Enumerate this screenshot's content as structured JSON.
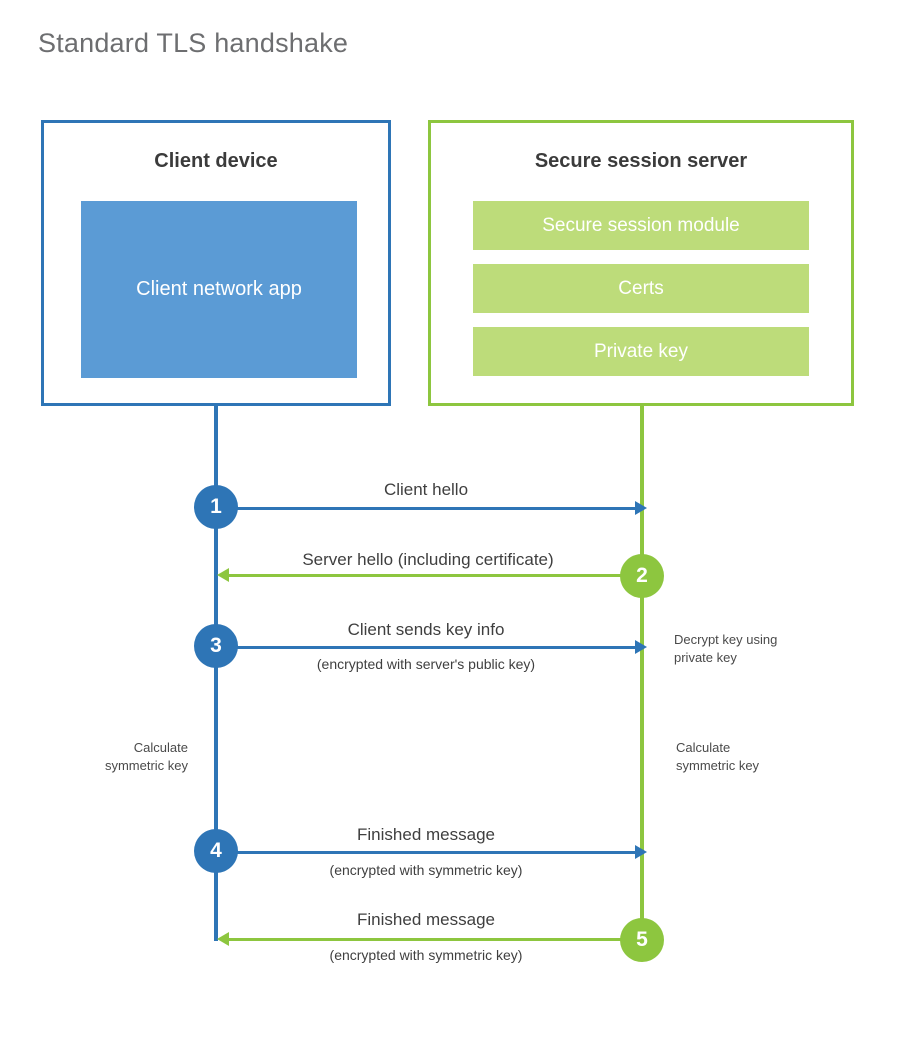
{
  "title": "Standard TLS handshake",
  "participants": {
    "client": {
      "title": "Client device",
      "app_block": "Client network app",
      "border_color": "#2e75b6",
      "block_color": "#5b9bd5"
    },
    "server": {
      "title": "Secure session server",
      "border_color": "#8dc63f",
      "block_color": "#bddc7a",
      "blocks": [
        {
          "label": "Secure session module"
        },
        {
          "label": "Certs"
        },
        {
          "label": "Private key"
        }
      ]
    }
  },
  "steps": [
    {
      "number": "1",
      "label": "Client hello",
      "sublabel": "",
      "direction": "client-to-server",
      "color": "#2e75b6"
    },
    {
      "number": "2",
      "label": "Server hello (including certificate)",
      "sublabel": "",
      "direction": "server-to-client",
      "color": "#8dc63f"
    },
    {
      "number": "3",
      "label": "Client sends key info",
      "sublabel": "(encrypted with server's public key)",
      "direction": "client-to-server",
      "color": "#2e75b6"
    },
    {
      "number": "4",
      "label": "Finished message",
      "sublabel": "(encrypted with symmetric key)",
      "direction": "client-to-server",
      "color": "#2e75b6"
    },
    {
      "number": "5",
      "label": "Finished message",
      "sublabel": "(encrypted with symmetric key)",
      "direction": "server-to-client",
      "color": "#8dc63f"
    }
  ],
  "annotations": {
    "server_decrypt": "Decrypt key using\nprivate key",
    "client_calculate": "Calculate\nsymmetric key",
    "server_calculate": "Calculate\nsymmetric key"
  }
}
